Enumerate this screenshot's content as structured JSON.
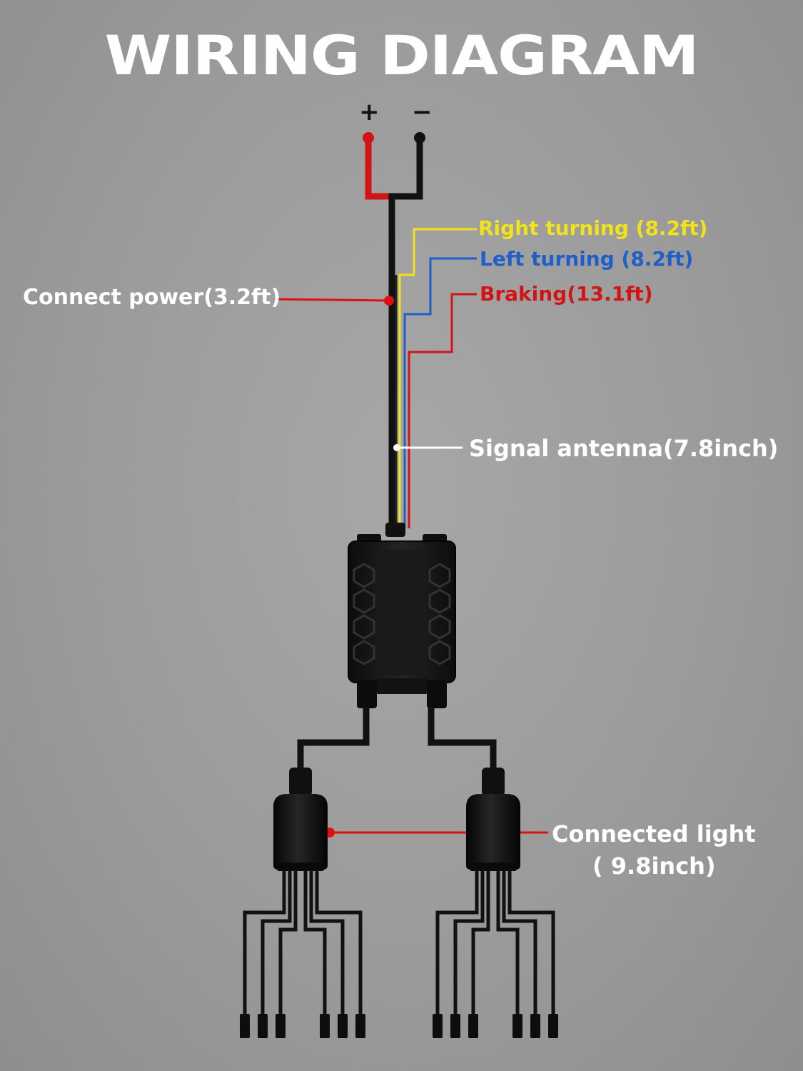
{
  "title": "WIRING DIAGRAM",
  "terminals": {
    "plus": "+",
    "minus": "−"
  },
  "labels": {
    "right_turning": "Right turning (8.2ft)",
    "left_turning": "Left turning (8.2ft)",
    "braking": "Braking(13.1ft)",
    "connect_power": "Connect power(3.2ft)",
    "signal_antenna": "Signal antenna(7.8inch)",
    "connected_light_1": "Connected light",
    "connected_light_2": "( 9.8inch)"
  },
  "colors": {
    "background": "#9e9e9e",
    "title": "#ffffff",
    "power_positive": "#d11414",
    "power_negative": "#111111",
    "right_turning": "#f2e21a",
    "left_turning": "#1f5fc9",
    "braking": "#d11414",
    "callout_white": "#ffffff",
    "callout_red": "#e01010"
  },
  "icons": [
    "control-box-icon",
    "light-connector-icon",
    "plug-icon"
  ]
}
